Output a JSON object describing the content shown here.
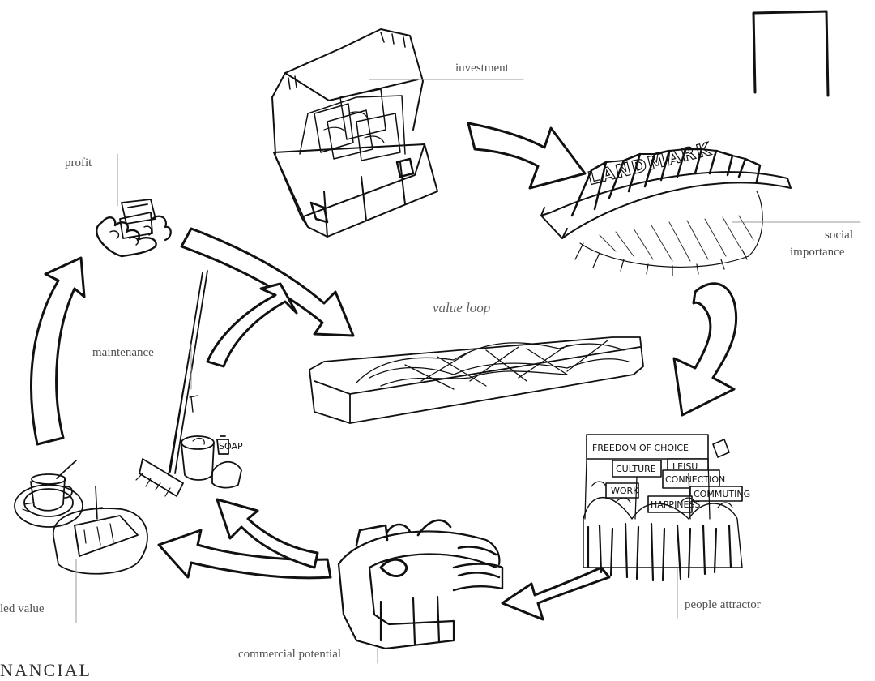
{
  "diagram": {
    "title": "value loop",
    "stages": {
      "investment": "investment",
      "social_importance_line1": "social",
      "social_importance_line2": "importance",
      "people_attractor": "people attractor",
      "commercial_potential": "commercial potential",
      "added_value": "led value",
      "maintenance": "maintenance",
      "profit": "profit"
    },
    "bridge_sign": "LANDMARK",
    "protest_signs": [
      "FREEDOM OF CHOICE",
      "CULTURE",
      "LEISU",
      "CONNECTION",
      "WORK",
      "COMMUTING",
      "HAPPINESS"
    ],
    "bottle_label": "SOAP",
    "footer_fragment": "NANCIAL"
  }
}
